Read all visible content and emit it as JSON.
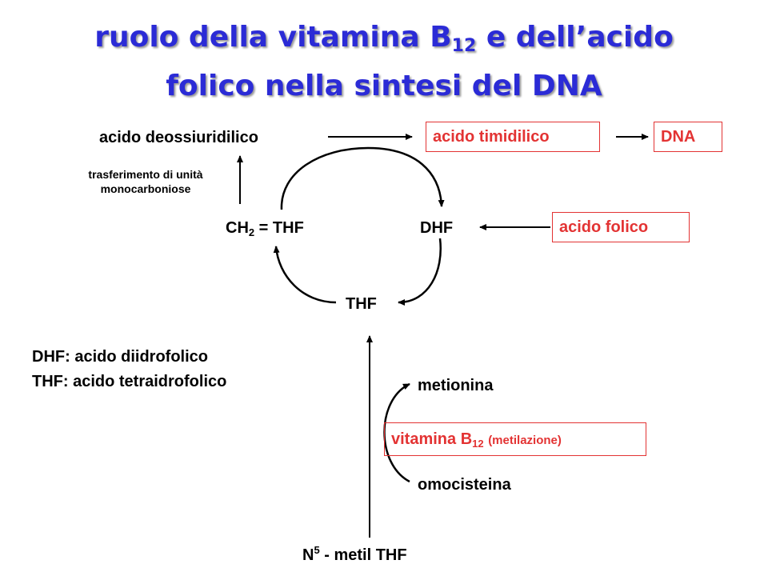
{
  "title": {
    "line1_pre": "ruolo della vitamina B",
    "line1_sub": "12",
    "line1_post": " e dell’acido",
    "line2": "folico nella sintesi del DNA"
  },
  "nodes": {
    "deossiuridilico": "acido deossiuridilico",
    "timidilico": "acido timidilico",
    "dna": "DNA",
    "trasferimento": "trasferimento di unità monocarboniose",
    "ch2_pre": "CH",
    "ch2_sub": "2",
    "ch2_post": " = THF",
    "dhf": "DHF",
    "acido_folico": "acido folico",
    "thf": "THF",
    "metionina": "metionina",
    "vitb12_pre": "vitamina B",
    "vitb12_sub": "12",
    "vitb12_note": "(metilazione)",
    "omocisteina": "omocisteina",
    "n5_pre": "N",
    "n5_sup": "5",
    "n5_post": " - metil THF"
  },
  "legend": {
    "dhf": "DHF: acido diidrofolico",
    "thf": "THF: acido tetraidrofolico"
  },
  "colors": {
    "title": "#2b2bd6",
    "highlight": "#e33333"
  }
}
